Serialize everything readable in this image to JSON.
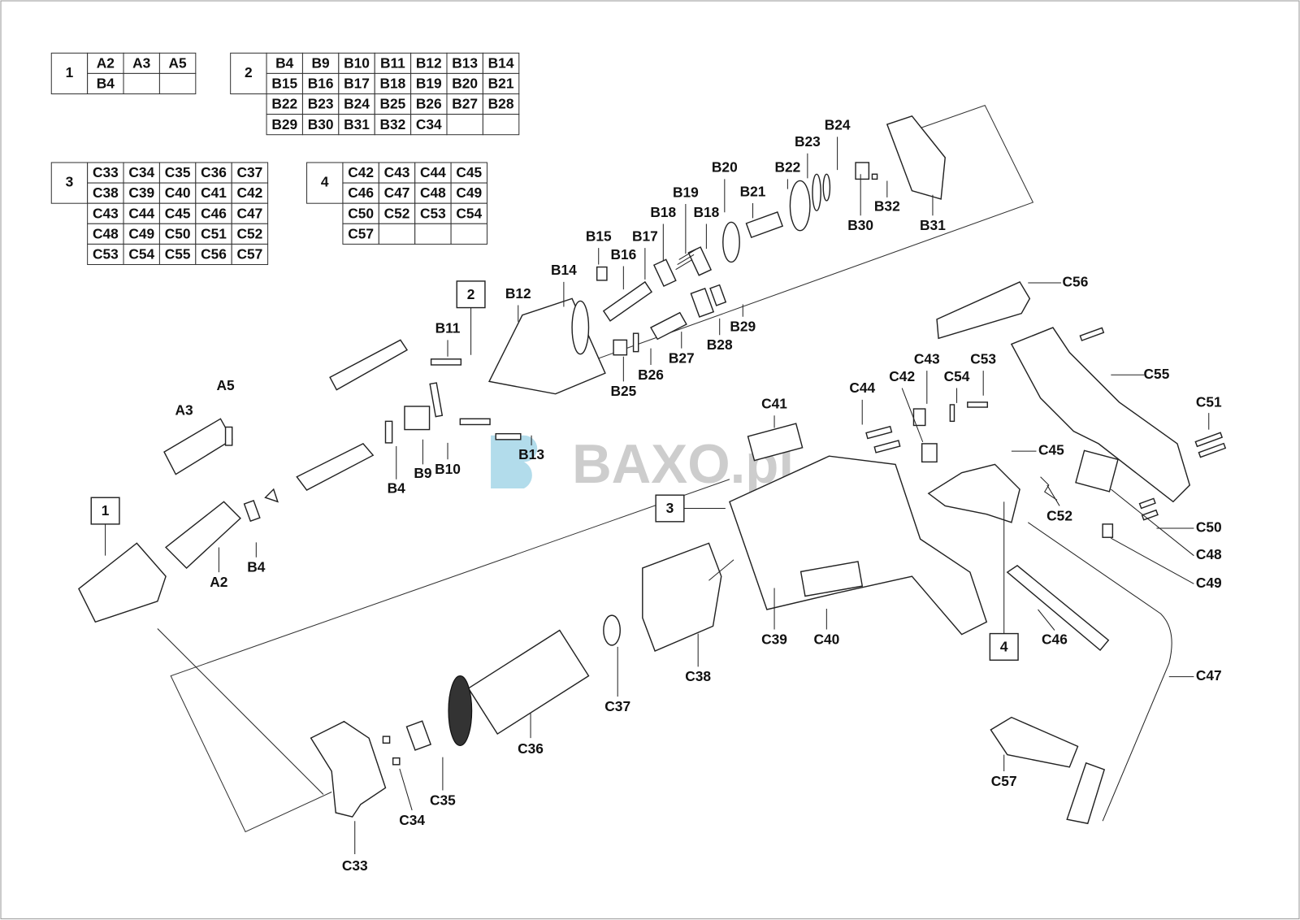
{
  "tables": [
    {
      "group": "1",
      "rows": [
        [
          "A2",
          "A3",
          "A5"
        ],
        [
          "B4",
          "",
          ""
        ]
      ]
    },
    {
      "group": "2",
      "rows": [
        [
          "B4",
          "B9",
          "B10",
          "B11",
          "B12",
          "B13",
          "B14"
        ],
        [
          "B15",
          "B16",
          "B17",
          "B18",
          "B19",
          "B20",
          "B21"
        ],
        [
          "B22",
          "B23",
          "B24",
          "B25",
          "B26",
          "B27",
          "B28"
        ],
        [
          "B29",
          "B30",
          "B31",
          "B32",
          "C34",
          "",
          ""
        ]
      ]
    },
    {
      "group": "3",
      "rows": [
        [
          "C33",
          "C34",
          "C35",
          "C36",
          "C37"
        ],
        [
          "C38",
          "C39",
          "C40",
          "C41",
          "C42"
        ],
        [
          "C43",
          "C44",
          "C45",
          "C46",
          "C47"
        ],
        [
          "C48",
          "C49",
          "C50",
          "C51",
          "C52"
        ],
        [
          "C53",
          "C54",
          "C55",
          "C56",
          "C57"
        ]
      ]
    },
    {
      "group": "4",
      "rows": [
        [
          "C42",
          "C43",
          "C44",
          "C45"
        ],
        [
          "C46",
          "C47",
          "C48",
          "C49"
        ],
        [
          "C50",
          "C52",
          "C53",
          "C54"
        ],
        [
          "C57",
          "",
          "",
          ""
        ]
      ]
    }
  ],
  "group_boxes": [
    "1",
    "2",
    "3",
    "4"
  ],
  "labels": [
    "A5",
    "A3",
    "B4",
    "B9",
    "B10",
    "B13",
    "B11",
    "B12",
    "B14",
    "B15",
    "B16",
    "B17",
    "B18",
    "B19",
    "B18",
    "B20",
    "B21",
    "B22",
    "B23",
    "B24",
    "B30",
    "B32",
    "B31",
    "B25",
    "B26",
    "B27",
    "B28",
    "B29",
    "C56",
    "C55",
    "C51",
    "C50",
    "C48",
    "C49",
    "C47",
    "C46",
    "C52",
    "C45",
    "C53",
    "C54",
    "C43",
    "C42",
    "C44",
    "C41",
    "C39",
    "C40",
    "C38",
    "C37",
    "C36",
    "C35",
    "C34",
    "C33",
    "C57",
    "A2",
    "B4"
  ],
  "watermark": "BAXO.pl"
}
